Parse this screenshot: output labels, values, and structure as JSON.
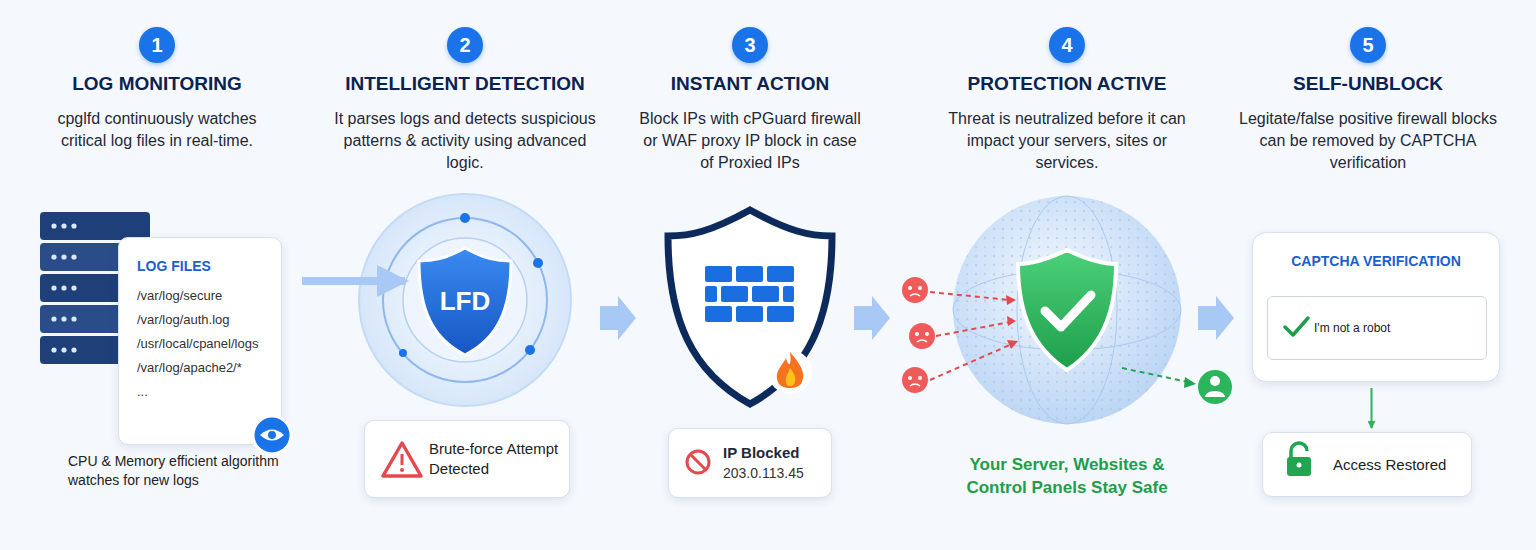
{
  "diagram": {
    "nodes": [
      {
        "text": [
          "1"
        ]
      },
      {
        "text": [
          "LOG FILES",
          "/var/log/secure",
          "/var/log/auth.log",
          "/usr/local/cpanel/logs",
          "/var/log/apache2/*",
          "..."
        ]
      },
      {
        "text": [
          "2"
        ]
      },
      {
        "text": [
          "LFD"
        ]
      },
      {
        "text": [
          "Brute-force Attempt Detected"
        ]
      },
      {
        "text": [
          "3"
        ]
      },
      {
        "text": [
          "IP Blocked",
          "203.0.113.45"
        ]
      },
      {
        "text": [
          "4"
        ]
      },
      {
        "text": [
          "5"
        ]
      },
      {
        "text": [
          "CAPTCHA VERIFICATION"
        ]
      },
      {
        "text": [
          "I'm not a robot"
        ],
        "in": 9
      },
      {
        "text": [
          "Access Restored"
        ]
      }
    ],
    "edges": [
      {
        "from": 1,
        "to": 3,
        "arrow": "to"
      },
      {
        "from": 9,
        "to": 11,
        "arrow": "to"
      }
    ],
    "labels": [
      "LOG MONITORING",
      "cpglfd continuously watches critical log files in real-time.",
      "CPU & Memory efficient algorithm watches for new logs",
      "INTELLIGENT DETECTION",
      "It parses logs and detects suspicious patterns & activity using advanced logic.",
      "INSTANT ACTION",
      "Block IPs with cPGuard firewall or WAF proxy IP block in case of Proxied IPs",
      "PROTECTION ACTIVE",
      "Threat is neutralized before it can impact your servers, sites or services.",
      "Your Server, Websites & Control Panels Stay Safe",
      "SELF-UNBLOCK",
      "Legitate/false positive firewall blocks can be removed by CAPTCHA verification"
    ]
  }
}
